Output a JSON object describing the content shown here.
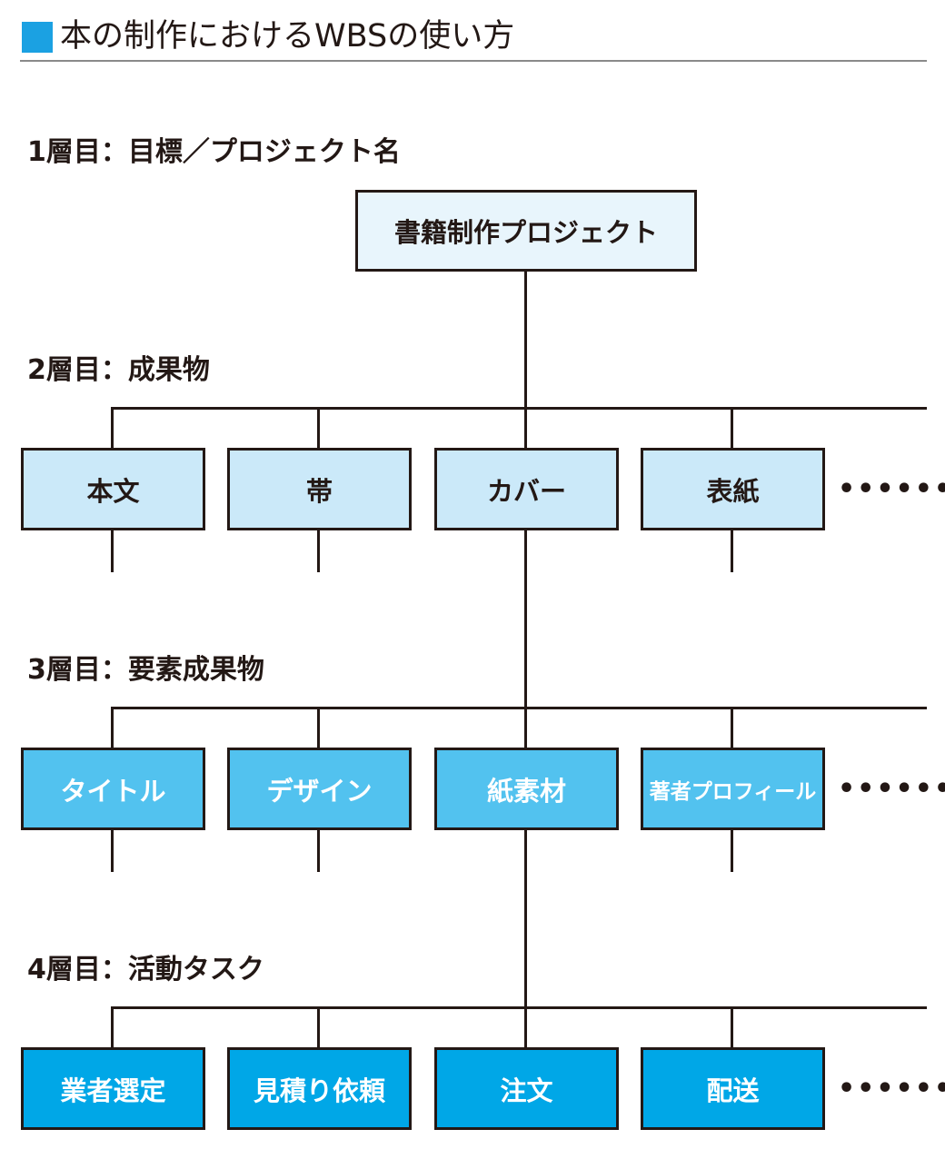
{
  "title": "本の制作におけるWBSの使い方",
  "colors": {
    "accent_square": "#1ba1e2",
    "root_fill": "#e8f5fc",
    "level2_fill": "#cbe9f9",
    "level3_fill": "#52c2ef",
    "level4_fill": "#00a7e7",
    "line": "#231815"
  },
  "layers": [
    {
      "label": "1層目：目標／プロジェクト名"
    },
    {
      "label": "2層目：成果物"
    },
    {
      "label": "3層目：要素成果物"
    },
    {
      "label": "4層目：活動タスク"
    }
  ],
  "root": {
    "label": "書籍制作プロジェクト"
  },
  "level2": [
    "本文",
    "帯",
    "カバー",
    "表紙"
  ],
  "level3": [
    "タイトル",
    "デザイン",
    "紙素材",
    "著者プロフィール"
  ],
  "level4": [
    "業者選定",
    "見積り依頼",
    "注文",
    "配送"
  ],
  "more": "••••••"
}
